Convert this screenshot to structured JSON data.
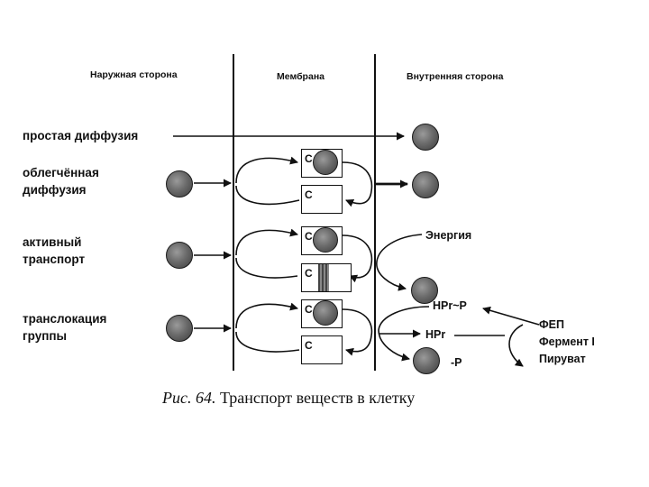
{
  "columns": {
    "outer": "Наружная сторона",
    "membrane": "Мембрана",
    "inner": "Внутренняя сторона"
  },
  "rows": {
    "simple_diffusion": "простая диффузия",
    "facilitated_diffusion_line1": "облегчённая",
    "facilitated_diffusion_line2": "диффузия",
    "active_transport_line1": "активный",
    "active_transport_line2": "транспорт",
    "group_translocation_line1": "транслокация",
    "group_translocation_line2": "группы"
  },
  "carrier_label": "С",
  "chemistry": {
    "energy": "Энергия",
    "hpr_p": "HPr~P",
    "hpr": "HPr",
    "minus_p": "-P",
    "pep": "ФЕП",
    "enzyme": "Фермент I",
    "pyruvate": "Пируват"
  },
  "caption": {
    "prefix": "Рис. 64.",
    "text": "Транспорт веществ в клетку"
  }
}
